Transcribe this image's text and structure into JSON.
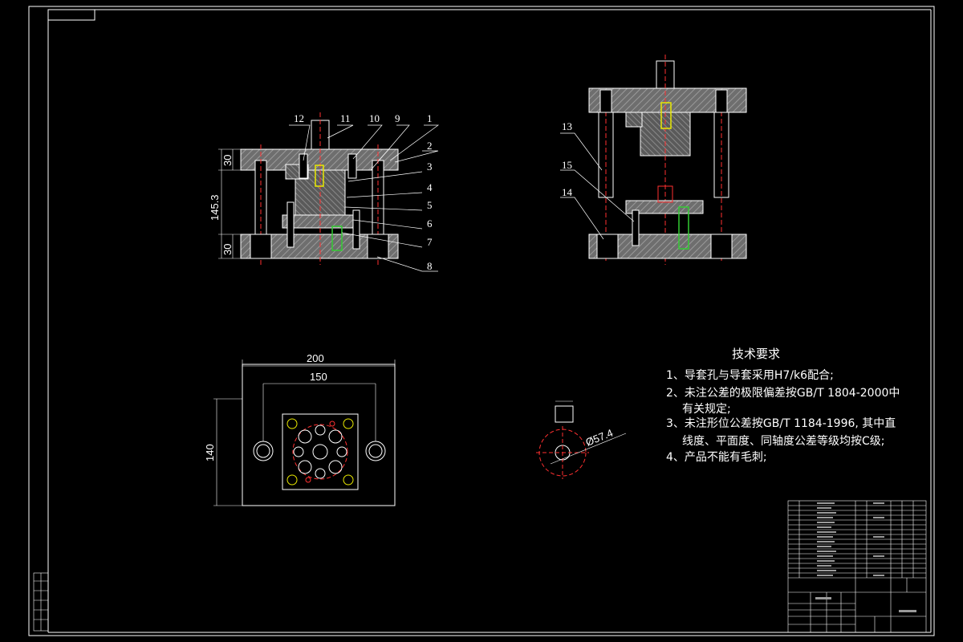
{
  "part_labels": {
    "upper": [
      "12",
      "11",
      "10",
      "9",
      "1"
    ],
    "right": [
      "2",
      "3",
      "4",
      "5",
      "6",
      "7",
      "8"
    ],
    "side": [
      "13",
      "15",
      "14"
    ]
  },
  "dimensions": {
    "top_thickness": "30",
    "bottom_thickness": "30",
    "total_height": "145.3",
    "plan_width": "200",
    "hole_spacing": "150",
    "plan_height": "140",
    "blank_diameter": "Ø57.4"
  },
  "tech_requirements": {
    "title": "技术要求",
    "items": [
      "1、导套孔与导套采用H7/k6配合;",
      "2、未注公差的极限偏差按GB/T 1804-2000中",
      "有关规定;",
      "3、未注形位公差按GB/T 1184-1996, 其中直",
      "线度、平面度、同轴度公差等级均按C级;",
      "4、产品不能有毛刺;"
    ]
  }
}
